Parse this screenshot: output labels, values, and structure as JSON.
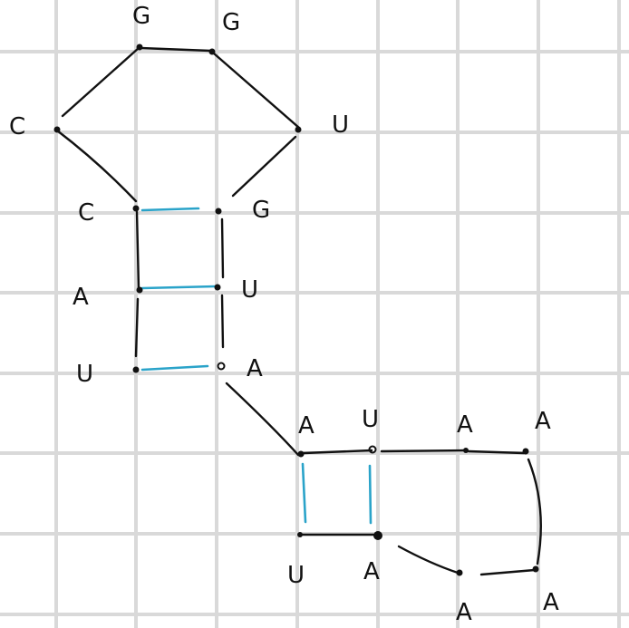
{
  "colors": {
    "grid": "#d9d9d9",
    "backbone": "#111111",
    "pair": "#2aa3c9"
  },
  "labels": {
    "g1": "G",
    "g2": "G",
    "c_loop": "C",
    "u_loop": "U",
    "c_stem": "C",
    "g_stem": "G",
    "a_mid": "A",
    "u_mid": "U",
    "u_low": "U",
    "a_low": "A",
    "a_top1": "A",
    "u_top": "U",
    "a_top2": "A",
    "a_top3": "A",
    "u_bot": "U",
    "a_bot": "A",
    "a_bot2": "A",
    "a_bot3": "A"
  }
}
